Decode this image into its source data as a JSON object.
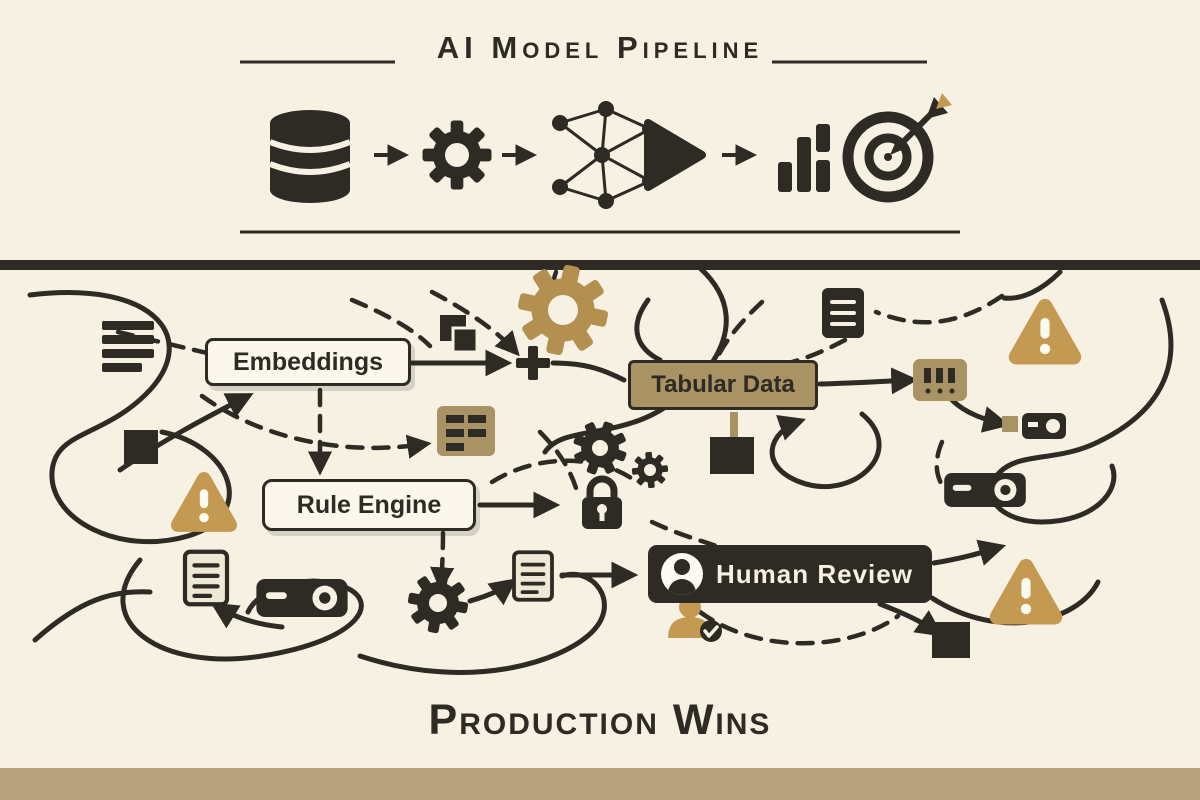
{
  "colors": {
    "background": "#f6f1e3",
    "ink": "#2e2a24",
    "gold": "#c49a52",
    "tan_panel": "#a99263",
    "panel_light": "#fbf7ec",
    "bottom_bar": "#b5a27d"
  },
  "header": {
    "title": "AI Model Pipeline",
    "pipeline_icons": [
      "database-icon",
      "arrow-right-icon",
      "gear-icon",
      "arrow-right-icon",
      "neural-network-arrow-icon",
      "arrow-right-icon",
      "bar-chart-icon",
      "target-arrow-icon"
    ]
  },
  "chaos": {
    "labels": {
      "embeddings": "Embeddings",
      "tabular_data": "Tabular Data",
      "rule_engine": "Rule Engine",
      "human_review": "Human Review"
    },
    "icons": [
      "list-icon",
      "image-stack-icon",
      "gear-icon",
      "plus-icon",
      "document-icon",
      "warning-icon",
      "keypad-icon",
      "table-grid-icon",
      "square-node-icon",
      "lock-icon",
      "note-icon",
      "projector-icon",
      "mini-projector-icon",
      "person-check-icon"
    ]
  },
  "footer": {
    "caption": "Production Wins"
  }
}
